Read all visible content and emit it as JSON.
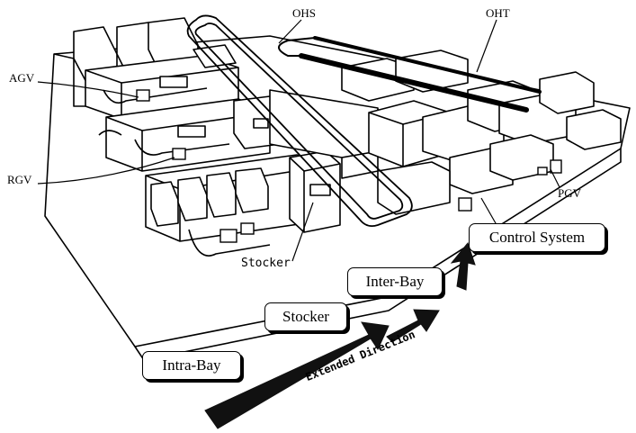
{
  "labels": {
    "agv": "AGV",
    "ohs": "OHS",
    "oht": "OHT",
    "rgv": "RGV",
    "pgv": "PGV",
    "stocker_callout": "Stocker"
  },
  "boxes": {
    "control_system": "Control System",
    "inter_bay": "Inter-Bay",
    "stocker": "Stocker",
    "intra_bay": "Intra-Bay"
  },
  "arrow_caption": "Extended Direction",
  "colors": {
    "ink": "#000000",
    "paper": "#ffffff",
    "arrow": "#111111"
  }
}
